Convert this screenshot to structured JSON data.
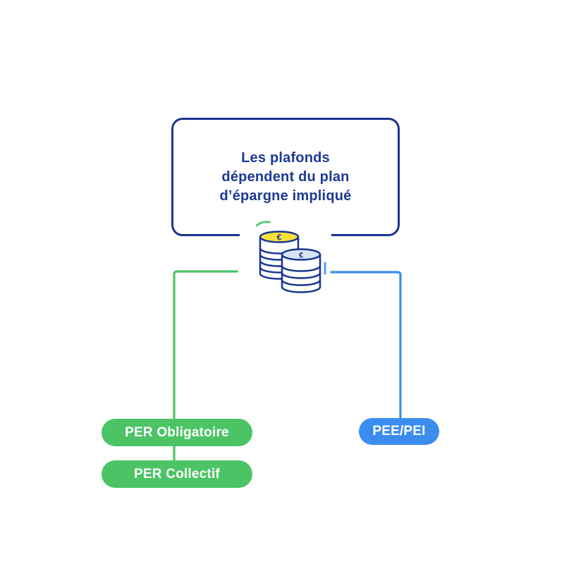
{
  "title": {
    "line1": "Les plafonds",
    "line2": "dépendent du plan",
    "line3": "d’épargne impliqué"
  },
  "icon": {
    "name": "coin-stacks-icon",
    "euro_symbol": "€"
  },
  "nodes": {
    "per_obligatoire": "PER Obligatoire",
    "per_collectif": "PER Collectif",
    "pee_pei": "PEE/PEI"
  },
  "colors": {
    "navy": "#19358F",
    "title_text": "#1C3A94",
    "green": "#4CC466",
    "blue": "#3A8DEE",
    "coin_yellow": "#F8E03C",
    "coin_light_blue": "#D6E4F7",
    "accent_blue_tick": "#4D9CF8",
    "label_text": "#FFFFFF",
    "background": "#FFFFFF"
  }
}
